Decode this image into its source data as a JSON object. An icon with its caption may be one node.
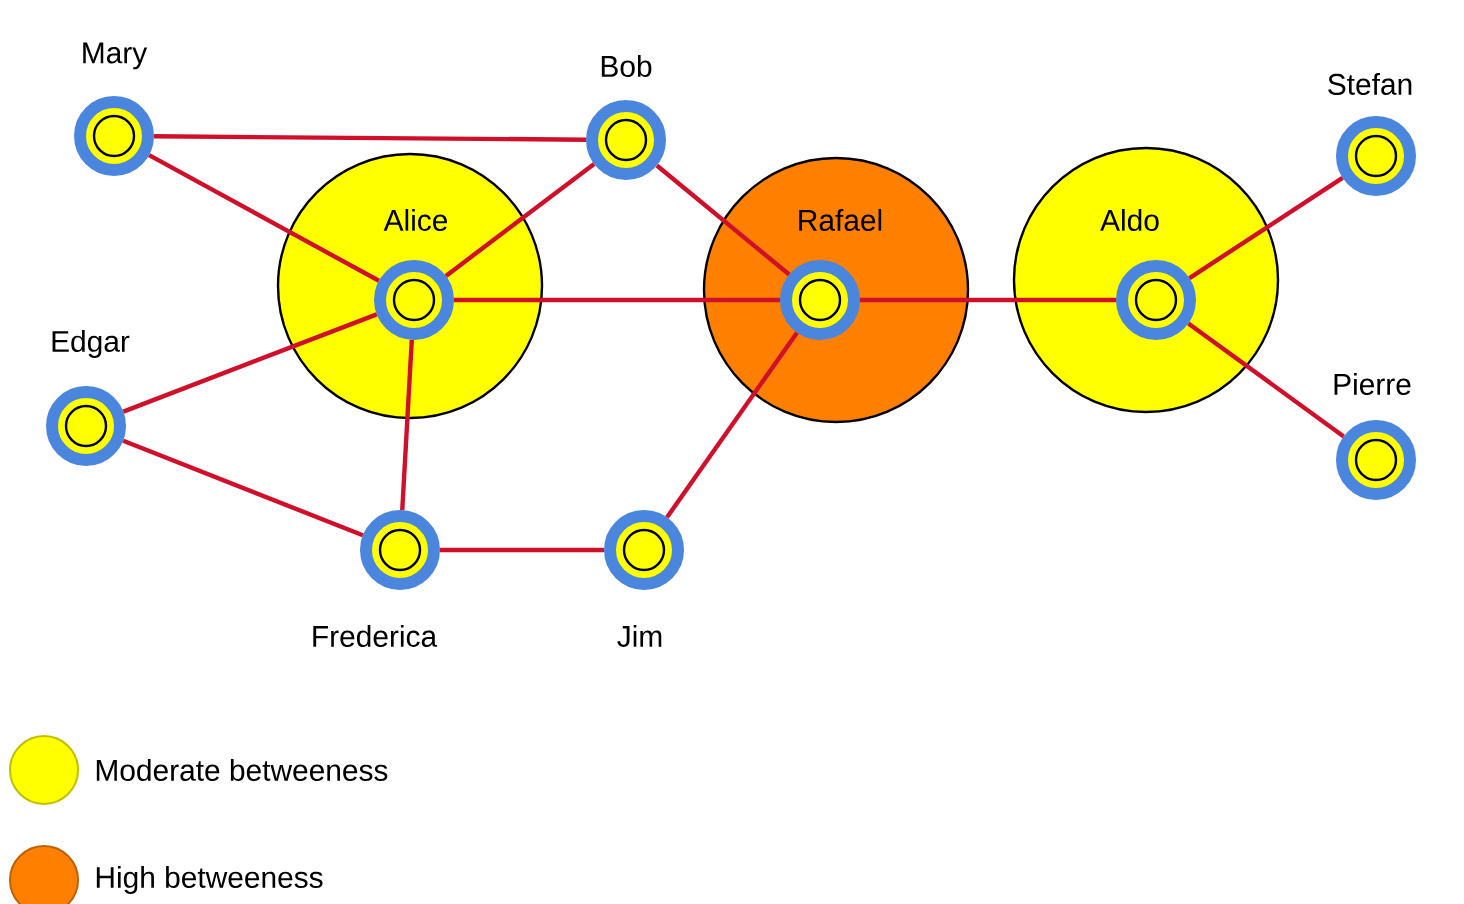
{
  "diagram": {
    "nodes": [
      {
        "text": [
          "Mary"
        ]
      },
      {
        "text": [
          "Bob"
        ]
      },
      {
        "text": [
          "Alice"
        ]
      },
      {
        "text": [],
        "shape": "circle",
        "in": 2
      },
      {
        "text": [
          "Rafael"
        ]
      },
      {
        "text": [],
        "shape": "circle",
        "in": 4
      },
      {
        "text": [
          "Aldo"
        ]
      },
      {
        "text": [],
        "shape": "circle",
        "in": 6
      },
      {
        "text": [
          "Stefan"
        ]
      },
      {
        "text": [
          "Edgar"
        ]
      },
      {
        "text": [
          "Pierre"
        ]
      },
      {
        "text": [
          "Frederica"
        ]
      },
      {
        "text": [
          "Jim"
        ]
      }
    ],
    "edges": [
      {
        "from": 0,
        "to": 1,
        "arrow": "none"
      },
      {
        "from": 0,
        "to": 3,
        "arrow": "none"
      },
      {
        "from": 1,
        "to": 3,
        "arrow": "none"
      },
      {
        "from": 1,
        "to": 5,
        "arrow": "none"
      },
      {
        "from": 3,
        "to": 5,
        "arrow": "none"
      },
      {
        "from": 3,
        "to": 9,
        "arrow": "none"
      },
      {
        "from": 3,
        "to": 11,
        "arrow": "none"
      },
      {
        "from": 9,
        "to": 11,
        "arrow": "none"
      },
      {
        "from": 11,
        "to": 12,
        "arrow": "none"
      },
      {
        "from": 12,
        "to": 5,
        "arrow": "none"
      },
      {
        "from": 5,
        "to": 7,
        "arrow": "none"
      },
      {
        "from": 7,
        "to": 8,
        "arrow": "none"
      },
      {
        "from": 7,
        "to": 10,
        "arrow": "none"
      }
    ],
    "legend": [
      {
        "text": "Moderate betweeness",
        "color": "#ffff00"
      },
      {
        "text": "High betweeness",
        "color": "#ff8000"
      }
    ]
  }
}
